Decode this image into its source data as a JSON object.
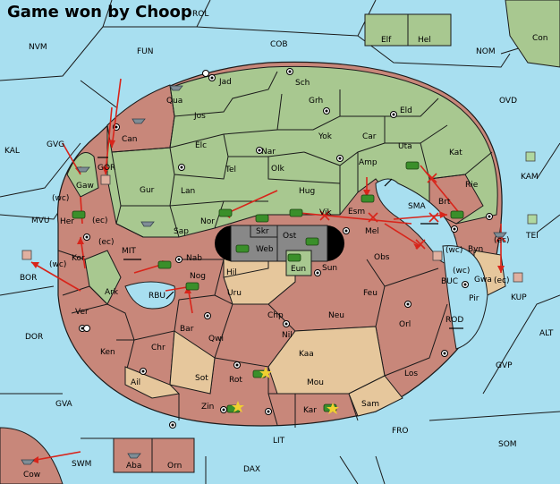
{
  "title": "Game won by Choop",
  "colors": {
    "sea": "#a8dff0",
    "green_land": "#a8c890",
    "red_land": "#c8877a",
    "tan_land": "#e6c79c",
    "center": "#888888",
    "border": "#1a1a1a",
    "move": "#d8241a",
    "unit_green": "#3a8f2a",
    "unit_gray": "#7f8d96"
  },
  "sea_labels": {
    "NVM": "NVM",
    "FUN": "FUN",
    "COB": "COB",
    "NOM": "NOM",
    "OVD": "OVD",
    "KAL": "KAL",
    "GVG": "GVG",
    "KAM": "KAM",
    "MVU": "MVU",
    "TEI": "TEI",
    "BOR": "BOR",
    "MIT": "MIT",
    "RBU": "RBU",
    "SMA": "SMA",
    "BUC": "BUC",
    "KUP": "KUP",
    "ROD": "ROD",
    "ALT": "ALT",
    "DOR": "DOR",
    "GVP": "GVP",
    "GVA": "GVA",
    "FRO": "FRO",
    "SOM": "SOM",
    "LIT": "LIT",
    "SWM": "SWM",
    "DAX": "DAX",
    "ROL": "ROL",
    "GOR": "GOR"
  },
  "land_labels": {
    "Con": "Con",
    "Elf": "Elf",
    "Hel": "Hel",
    "Qua": "Qua",
    "Jad": "Jad",
    "Sch": "Sch",
    "Jos": "Jos",
    "Grh": "Grh",
    "Can": "Can",
    "Elc": "Elc",
    "Nar": "Nar",
    "Yok": "Yok",
    "Car": "Car",
    "Eld": "Eld",
    "Uta": "Uta",
    "Kat": "Kat",
    "Gaw": "Gaw",
    "Gur": "Gur",
    "Tel": "Tel",
    "Olk": "Olk",
    "Amp": "Amp",
    "Lan": "Lan",
    "Hug": "Hug",
    "Brt": "Brt",
    "Rie": "Rie",
    "Her": "Her",
    "Nor": "Nor",
    "Esm": "Esm",
    "Sap": "Sap",
    "Skr": "Skr",
    "Vik": "Vik",
    "Mel": "Mel",
    "Kor": "Kor",
    "Web": "Web",
    "Ost": "Ost",
    "Byn": "Byn",
    "Nab": "Nab",
    "Obs": "Obs",
    "Eun": "Eun",
    "Sun": "Sun",
    "Hil": "Hil",
    "Gwa": "Gwa",
    "Ark": "Ark",
    "Nog": "Nog",
    "Uru": "Uru",
    "Feu": "Feu",
    "Pir": "Pir",
    "Ver": "Ver",
    "Bar": "Bar",
    "Chp": "Chp",
    "Neu": "Neu",
    "Qwi": "Qwi",
    "Nil": "Nil",
    "Orl": "Orl",
    "Ken": "Ken",
    "Chr": "Chr",
    "Kaa": "Kaa",
    "Los": "Los",
    "Ail": "Ail",
    "Sot": "Sot",
    "Rot": "Rot",
    "Mou": "Mou",
    "Zin": "Zin",
    "Kar": "Kar",
    "Sam": "Sam",
    "Aba": "Aba",
    "Orn": "Orn",
    "Cow": "Cow"
  },
  "coast_tags": {
    "wc1": "(wc)",
    "ec1": "(ec)",
    "ec2": "(ec)",
    "wc2": "(wc)",
    "wc3": "(wc)",
    "wc4": "(wc)",
    "ec3": "(ec)",
    "ec4": "(ec)"
  }
}
